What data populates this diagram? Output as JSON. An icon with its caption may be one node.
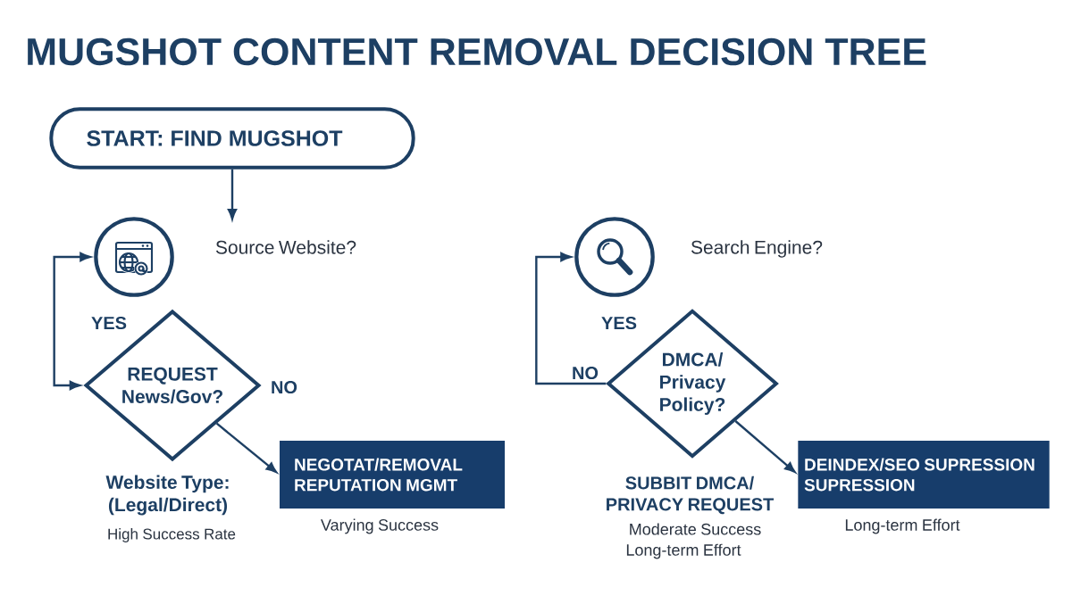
{
  "diagram": {
    "title": "MUGSHOT CONTENT REMOVAL DECISION TREE",
    "nodes": [
      {
        "text": [
          "START: FIND MUGSHOT"
        ]
      },
      {
        "text": [],
        "shape": "circle",
        "beside": [
          "Source Website?"
        ]
      },
      {
        "text": [
          "REQUEST News/Gov?"
        ],
        "beside": [
          "Website Type: (Legal/Direct)",
          "High Success Rate"
        ]
      },
      {
        "text": [
          "NEGOTAT/REMOVAL REPUTATION MGMT"
        ],
        "beside": [
          "Varying Success"
        ]
      },
      {
        "text": [],
        "shape": "circle",
        "beside": [
          "Search Engine?"
        ]
      },
      {
        "text": [
          "DMCA/ Privacy Policy?"
        ],
        "beside": [
          "SUBBIT DMCA/ PRIVACY REQUEST",
          "Moderate Success",
          "Long-term Effort"
        ]
      },
      {
        "text": [
          "DEINDEX/SEO SUPRESSION SUPRESSION"
        ],
        "beside": [
          "Long-term Effort"
        ]
      }
    ],
    "edges": [
      {
        "from": 0,
        "to": null,
        "arrow": "to"
      },
      {
        "from": 1,
        "to": 2,
        "arrow": "both"
      },
      {
        "from": 2,
        "to": 3,
        "arrow": "to"
      },
      {
        "from": 5,
        "to": 4,
        "arrow": "to"
      },
      {
        "from": 5,
        "to": 6,
        "arrow": "to"
      }
    ],
    "labels": [
      "YES",
      "NO",
      "YES",
      "NO"
    ]
  }
}
